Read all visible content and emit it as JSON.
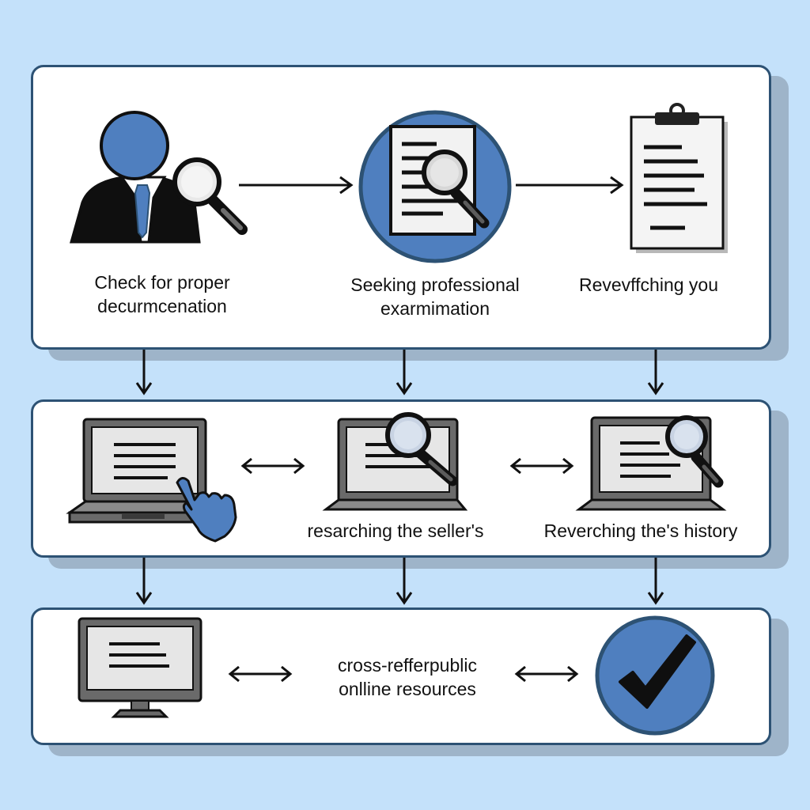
{
  "row1": {
    "step1_label": "Check for proper\ndecurmcenation",
    "step2_label": "Seeking professional\nexarmimation",
    "step3_label": "Revevffching you"
  },
  "row2": {
    "step2_label": "resarching the seller's",
    "step3_label": "Reverching the's history"
  },
  "row3": {
    "step2_label": "cross-refferpublic\nonlline resources"
  },
  "colors": {
    "background": "#c4e1fa",
    "accent_blue": "#4f7fbf",
    "panel_border": "#2d5274"
  },
  "icons": [
    "person-magnifier-icon",
    "document-magnifier-icon",
    "clipboard-icon",
    "laptop-hand-icon",
    "laptop-magnifier-icon",
    "monitor-icon",
    "checkmark-icon"
  ]
}
